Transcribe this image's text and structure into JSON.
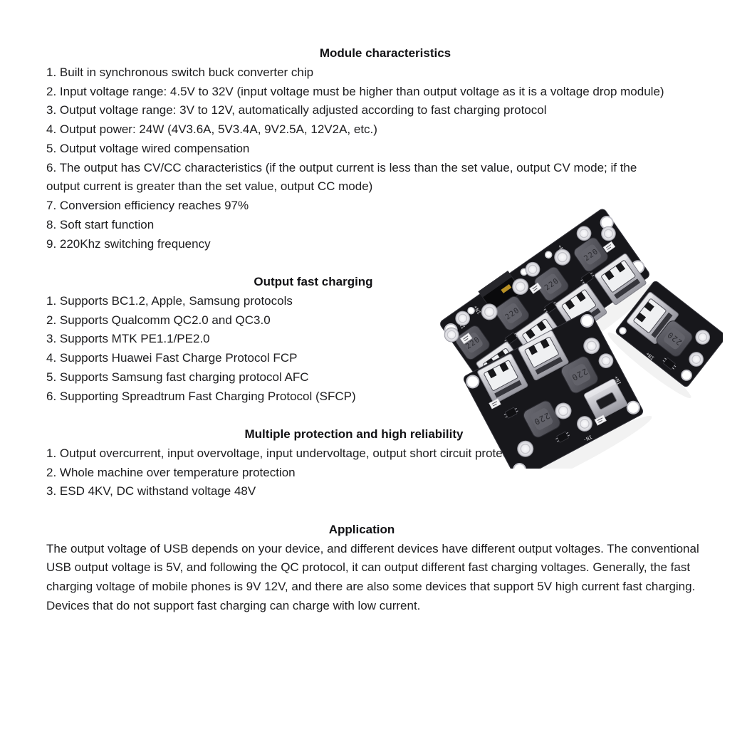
{
  "page": {
    "background": "#ffffff",
    "text_color": "#1d1d1f"
  },
  "sections": [
    {
      "heading": "Module characteristics",
      "items": [
        "1. Built in synchronous switch buck converter chip",
        "2. Input voltage range: 4.5V to 32V (input voltage must be higher than output voltage as it is a voltage drop module)",
        "3. Output voltage range: 3V to 12V, automatically adjusted according to fast charging protocol",
        "4. Output power: 24W (4V3.6A, 5V3.4A, 9V2.5A, 12V2A, etc.)",
        "5. Output voltage wired compensation",
        "6. The output has CV/CC characteristics (if the output current is less than the set value, output CV mode; if the\noutput current is greater than the set value, output CC mode)",
        "7. Conversion efficiency reaches 97%",
        "8. Soft start function",
        "9. 220Khz switching frequency"
      ]
    },
    {
      "heading": "Output fast charging",
      "items": [
        "1. Supports BC1.2, Apple, Samsung protocols",
        "2. Supports Qualcomm QC2.0 and QC3.0",
        "3. Supports MTK PE1.1/PE2.0",
        "4. Supports Huawei Fast Charge Protocol FCP",
        "5. Supports Samsung fast charging protocol AFC",
        "6. Supporting Spreadtrum Fast Charging Protocol (SFCP)"
      ]
    },
    {
      "heading": "Multiple protection and high reliability",
      "items": [
        "1. Output overcurrent, input overvoltage, input undervoltage, output short circuit protection",
        "2. Whole machine over temperature protection",
        "3. ESD 4KV, DC withstand voltage 48V"
      ]
    },
    {
      "heading": "Application",
      "items": [
        "The output voltage of USB depends on your device, and different devices have different output voltages. The conventional USB output voltage is 5V, and following the QC protocol, it can output different fast charging voltages. Generally, the fast charging voltage of mobile phones is 9V 12V, and there are also some devices that support 5V high current fast charging. Devices that do not support fast charging can charge with low current."
      ]
    }
  ],
  "photo": {
    "description": "Three black USB quick-charge buck converter modules: 4-port board, 2-port board, 1-port board",
    "inductor_label": "220",
    "label_in_plus": "IN+",
    "label_in_minus": "IN-",
    "colors": {
      "board": "#17171b",
      "usb_metal": "#c4c4ca",
      "inductor": "#55555d",
      "capacitor": "#ededf0"
    }
  }
}
